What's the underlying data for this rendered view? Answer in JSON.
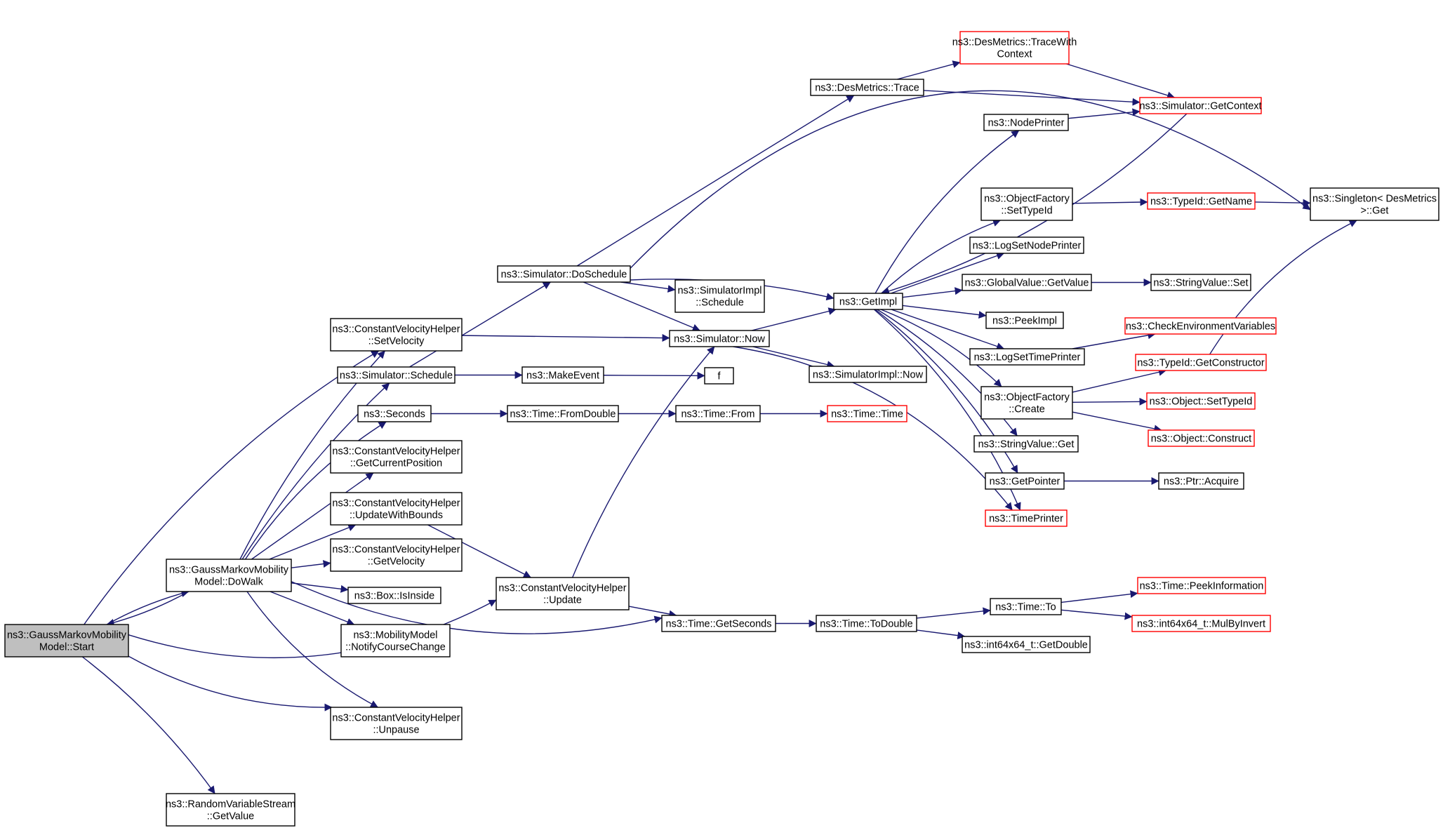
{
  "theme": {
    "edge_color": "#191970",
    "box_border": "#000000",
    "box_border_external": "#ff0000",
    "root_fill": "#bfbfbf",
    "box_fill": "#ffffff"
  },
  "nodes": [
    {
      "id": "start",
      "lines": [
        "ns3::GaussMarkovMobility",
        "Model::Start"
      ],
      "style": "root"
    },
    {
      "id": "dowalk",
      "lines": [
        "ns3::GaussMarkovMobility",
        "Model::DoWalk"
      ],
      "style": "normal"
    },
    {
      "id": "rvs",
      "lines": [
        "ns3::RandomVariableStream",
        "::GetValue"
      ],
      "style": "normal"
    },
    {
      "id": "setvel",
      "lines": [
        "ns3::ConstantVelocityHelper",
        "::SetVelocity"
      ],
      "style": "normal"
    },
    {
      "id": "schedule",
      "lines": [
        "ns3::Simulator::Schedule"
      ],
      "style": "normal"
    },
    {
      "id": "seconds",
      "lines": [
        "ns3::Seconds"
      ],
      "style": "normal"
    },
    {
      "id": "getcurpos",
      "lines": [
        "ns3::ConstantVelocityHelper",
        "::GetCurrentPosition"
      ],
      "style": "normal"
    },
    {
      "id": "updbounds",
      "lines": [
        "ns3::ConstantVelocityHelper",
        "::UpdateWithBounds"
      ],
      "style": "normal"
    },
    {
      "id": "getvel",
      "lines": [
        "ns3::ConstantVelocityHelper",
        "::GetVelocity"
      ],
      "style": "normal"
    },
    {
      "id": "isinside",
      "lines": [
        "ns3::Box::IsInside"
      ],
      "style": "normal"
    },
    {
      "id": "notify",
      "lines": [
        "ns3::MobilityModel",
        "::NotifyCourseChange"
      ],
      "style": "normal"
    },
    {
      "id": "unpause",
      "lines": [
        "ns3::ConstantVelocityHelper",
        "::Unpause"
      ],
      "style": "normal"
    },
    {
      "id": "doschedule",
      "lines": [
        "ns3::Simulator::DoSchedule"
      ],
      "style": "normal"
    },
    {
      "id": "update",
      "lines": [
        "ns3::ConstantVelocityHelper",
        "::Update"
      ],
      "style": "normal"
    },
    {
      "id": "fromdouble",
      "lines": [
        "ns3::Time::FromDouble"
      ],
      "style": "normal"
    },
    {
      "id": "makeevent",
      "lines": [
        "ns3::MakeEvent"
      ],
      "style": "normal"
    },
    {
      "id": "simimplsched",
      "lines": [
        "ns3::SimulatorImpl",
        "::Schedule"
      ],
      "style": "normal"
    },
    {
      "id": "now",
      "lines": [
        "ns3::Simulator::Now"
      ],
      "style": "normal"
    },
    {
      "id": "f",
      "lines": [
        "f"
      ],
      "style": "normal"
    },
    {
      "id": "from",
      "lines": [
        "ns3::Time::From"
      ],
      "style": "normal"
    },
    {
      "id": "getseconds",
      "lines": [
        "ns3::Time::GetSeconds"
      ],
      "style": "normal"
    },
    {
      "id": "trace",
      "lines": [
        "ns3::DesMetrics::Trace"
      ],
      "style": "normal"
    },
    {
      "id": "getimpl",
      "lines": [
        "ns3::GetImpl"
      ],
      "style": "normal"
    },
    {
      "id": "simimplnow",
      "lines": [
        "ns3::SimulatorImpl::Now"
      ],
      "style": "normal"
    },
    {
      "id": "timetime",
      "lines": [
        "ns3::Time::Time"
      ],
      "style": "external"
    },
    {
      "id": "todouble",
      "lines": [
        "ns3::Time::ToDouble"
      ],
      "style": "normal"
    },
    {
      "id": "tracewith",
      "lines": [
        "ns3::DesMetrics::TraceWith",
        "Context"
      ],
      "style": "external"
    },
    {
      "id": "nodeprinter",
      "lines": [
        "ns3::NodePrinter"
      ],
      "style": "normal"
    },
    {
      "id": "ofsettypeid",
      "lines": [
        "ns3::ObjectFactory",
        "::SetTypeId"
      ],
      "style": "normal"
    },
    {
      "id": "logsetnode",
      "lines": [
        "ns3::LogSetNodePrinter"
      ],
      "style": "normal"
    },
    {
      "id": "gvgetvalue",
      "lines": [
        "ns3::GlobalValue::GetValue"
      ],
      "style": "normal"
    },
    {
      "id": "peekimpl",
      "lines": [
        "ns3::PeekImpl"
      ],
      "style": "normal"
    },
    {
      "id": "logsettime",
      "lines": [
        "ns3::LogSetTimePrinter"
      ],
      "style": "normal"
    },
    {
      "id": "ofcreate",
      "lines": [
        "ns3::ObjectFactory",
        "::Create"
      ],
      "style": "normal"
    },
    {
      "id": "svget",
      "lines": [
        "ns3::StringValue::Get"
      ],
      "style": "normal"
    },
    {
      "id": "getpointer",
      "lines": [
        "ns3::GetPointer"
      ],
      "style": "normal"
    },
    {
      "id": "timeprinter",
      "lines": [
        "ns3::TimePrinter"
      ],
      "style": "external"
    },
    {
      "id": "timeto",
      "lines": [
        "ns3::Time::To"
      ],
      "style": "normal"
    },
    {
      "id": "getdouble",
      "lines": [
        "ns3::int64x64_t::GetDouble"
      ],
      "style": "normal"
    },
    {
      "id": "getcontext",
      "lines": [
        "ns3::Simulator::GetContext"
      ],
      "style": "external"
    },
    {
      "id": "getname",
      "lines": [
        "ns3::TypeId::GetName"
      ],
      "style": "external"
    },
    {
      "id": "svset",
      "lines": [
        "ns3::StringValue::Set"
      ],
      "style": "normal"
    },
    {
      "id": "checkenv",
      "lines": [
        "ns3::CheckEnvironmentVariables"
      ],
      "style": "external"
    },
    {
      "id": "getctor",
      "lines": [
        "ns3::TypeId::GetConstructor"
      ],
      "style": "external"
    },
    {
      "id": "objsettypeid",
      "lines": [
        "ns3::Object::SetTypeId"
      ],
      "style": "external"
    },
    {
      "id": "construct",
      "lines": [
        "ns3::Object::Construct"
      ],
      "style": "external"
    },
    {
      "id": "acquire",
      "lines": [
        "ns3::Ptr::Acquire"
      ],
      "style": "normal"
    },
    {
      "id": "peekinfo",
      "lines": [
        "ns3::Time::PeekInformation"
      ],
      "style": "external"
    },
    {
      "id": "mulbyinvert",
      "lines": [
        "ns3::int64x64_t::MulByInvert"
      ],
      "style": "external"
    },
    {
      "id": "singleton",
      "lines": [
        "ns3::Singleton< DesMetrics",
        " >::Get"
      ],
      "style": "normal"
    }
  ],
  "edges": [
    [
      "start",
      "dowalk"
    ],
    [
      "start",
      "setvel"
    ],
    [
      "start",
      "unpause"
    ],
    [
      "start",
      "update"
    ],
    [
      "start",
      "rvs"
    ],
    [
      "dowalk",
      "start"
    ],
    [
      "dowalk",
      "setvel"
    ],
    [
      "dowalk",
      "schedule"
    ],
    [
      "dowalk",
      "seconds"
    ],
    [
      "dowalk",
      "getcurpos"
    ],
    [
      "dowalk",
      "updbounds"
    ],
    [
      "dowalk",
      "getvel"
    ],
    [
      "dowalk",
      "isinside"
    ],
    [
      "dowalk",
      "notify"
    ],
    [
      "dowalk",
      "unpause"
    ],
    [
      "dowalk",
      "getseconds"
    ],
    [
      "setvel",
      "now"
    ],
    [
      "schedule",
      "doschedule"
    ],
    [
      "schedule",
      "makeevent"
    ],
    [
      "seconds",
      "fromdouble"
    ],
    [
      "updbounds",
      "update"
    ],
    [
      "doschedule",
      "trace"
    ],
    [
      "doschedule",
      "singleton"
    ],
    [
      "doschedule",
      "getimpl"
    ],
    [
      "doschedule",
      "simimplsched"
    ],
    [
      "doschedule",
      "now"
    ],
    [
      "update",
      "now"
    ],
    [
      "update",
      "getseconds"
    ],
    [
      "fromdouble",
      "from"
    ],
    [
      "makeevent",
      "f"
    ],
    [
      "now",
      "getimpl"
    ],
    [
      "now",
      "simimplnow"
    ],
    [
      "from",
      "timetime"
    ],
    [
      "getseconds",
      "todouble"
    ],
    [
      "trace",
      "tracewith"
    ],
    [
      "trace",
      "getcontext"
    ],
    [
      "tracewith",
      "getcontext"
    ],
    [
      "getimpl",
      "nodeprinter"
    ],
    [
      "getimpl",
      "ofsettypeid"
    ],
    [
      "getimpl",
      "logsetnode"
    ],
    [
      "getimpl",
      "gvgetvalue"
    ],
    [
      "getimpl",
      "peekimpl"
    ],
    [
      "getimpl",
      "logsettime"
    ],
    [
      "getimpl",
      "ofcreate"
    ],
    [
      "getimpl",
      "svget"
    ],
    [
      "getimpl",
      "getpointer"
    ],
    [
      "getimpl",
      "timeprinter"
    ],
    [
      "getimpl",
      "getcontext"
    ],
    [
      "getcontext",
      "getimpl"
    ],
    [
      "now",
      "timeprinter"
    ],
    [
      "nodeprinter",
      "getcontext"
    ],
    [
      "ofsettypeid",
      "getname"
    ],
    [
      "getname",
      "singleton"
    ],
    [
      "gvgetvalue",
      "svset"
    ],
    [
      "logsettime",
      "checkenv"
    ],
    [
      "ofcreate",
      "getctor"
    ],
    [
      "ofcreate",
      "objsettypeid"
    ],
    [
      "ofcreate",
      "construct"
    ],
    [
      "getctor",
      "singleton"
    ],
    [
      "getpointer",
      "acquire"
    ],
    [
      "todouble",
      "timeto"
    ],
    [
      "todouble",
      "getdouble"
    ],
    [
      "timeto",
      "peekinfo"
    ],
    [
      "timeto",
      "mulbyinvert"
    ]
  ]
}
